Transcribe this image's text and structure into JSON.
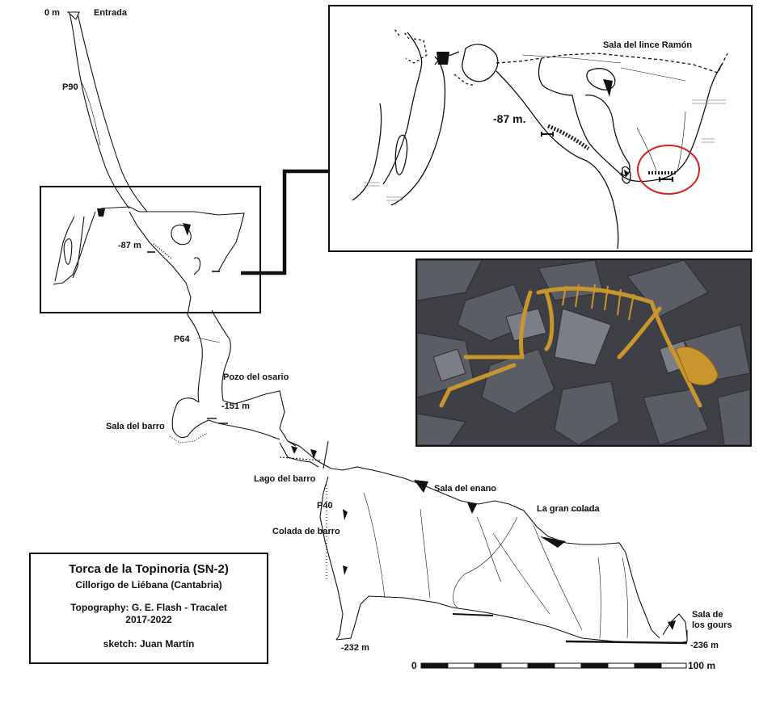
{
  "survey": {
    "title": "Torca de la Topinoria (SN-2)",
    "location": "Cillorigo de Liébana (Cantabria)",
    "topography": "Topography: G. E. Flash - Tracalet",
    "years": "2017-2022",
    "sketch": "sketch: Juan Martín"
  },
  "labels": {
    "depth_0": "0 m",
    "entrance": "Entrada",
    "p90": "P90",
    "depth_87": "-87 m",
    "p64": "P64",
    "pozo_osario": "Pozo del osario",
    "depth_151": "-151 m",
    "sala_barro": "Sala del barro",
    "lago_barro": "Lago del barro",
    "p40": "P40",
    "colada_barro": "Colada de barro",
    "depth_232": "-232 m",
    "sala_enano": "Sala del enano",
    "gran_colada": "La gran colada",
    "sala_gours_1": "Sala de",
    "sala_gours_2": "los gours",
    "depth_236": "-236 m"
  },
  "inset": {
    "sala_lince": "Sala del lince Ramón",
    "depth_87": "-87 m."
  },
  "scale_bar": {
    "start": "0",
    "end": "100 m"
  },
  "colors": {
    "line": "#111111",
    "highlight_circle": "#d62020",
    "photo_rock": "#4a4c52",
    "photo_bone": "#c9962e"
  }
}
